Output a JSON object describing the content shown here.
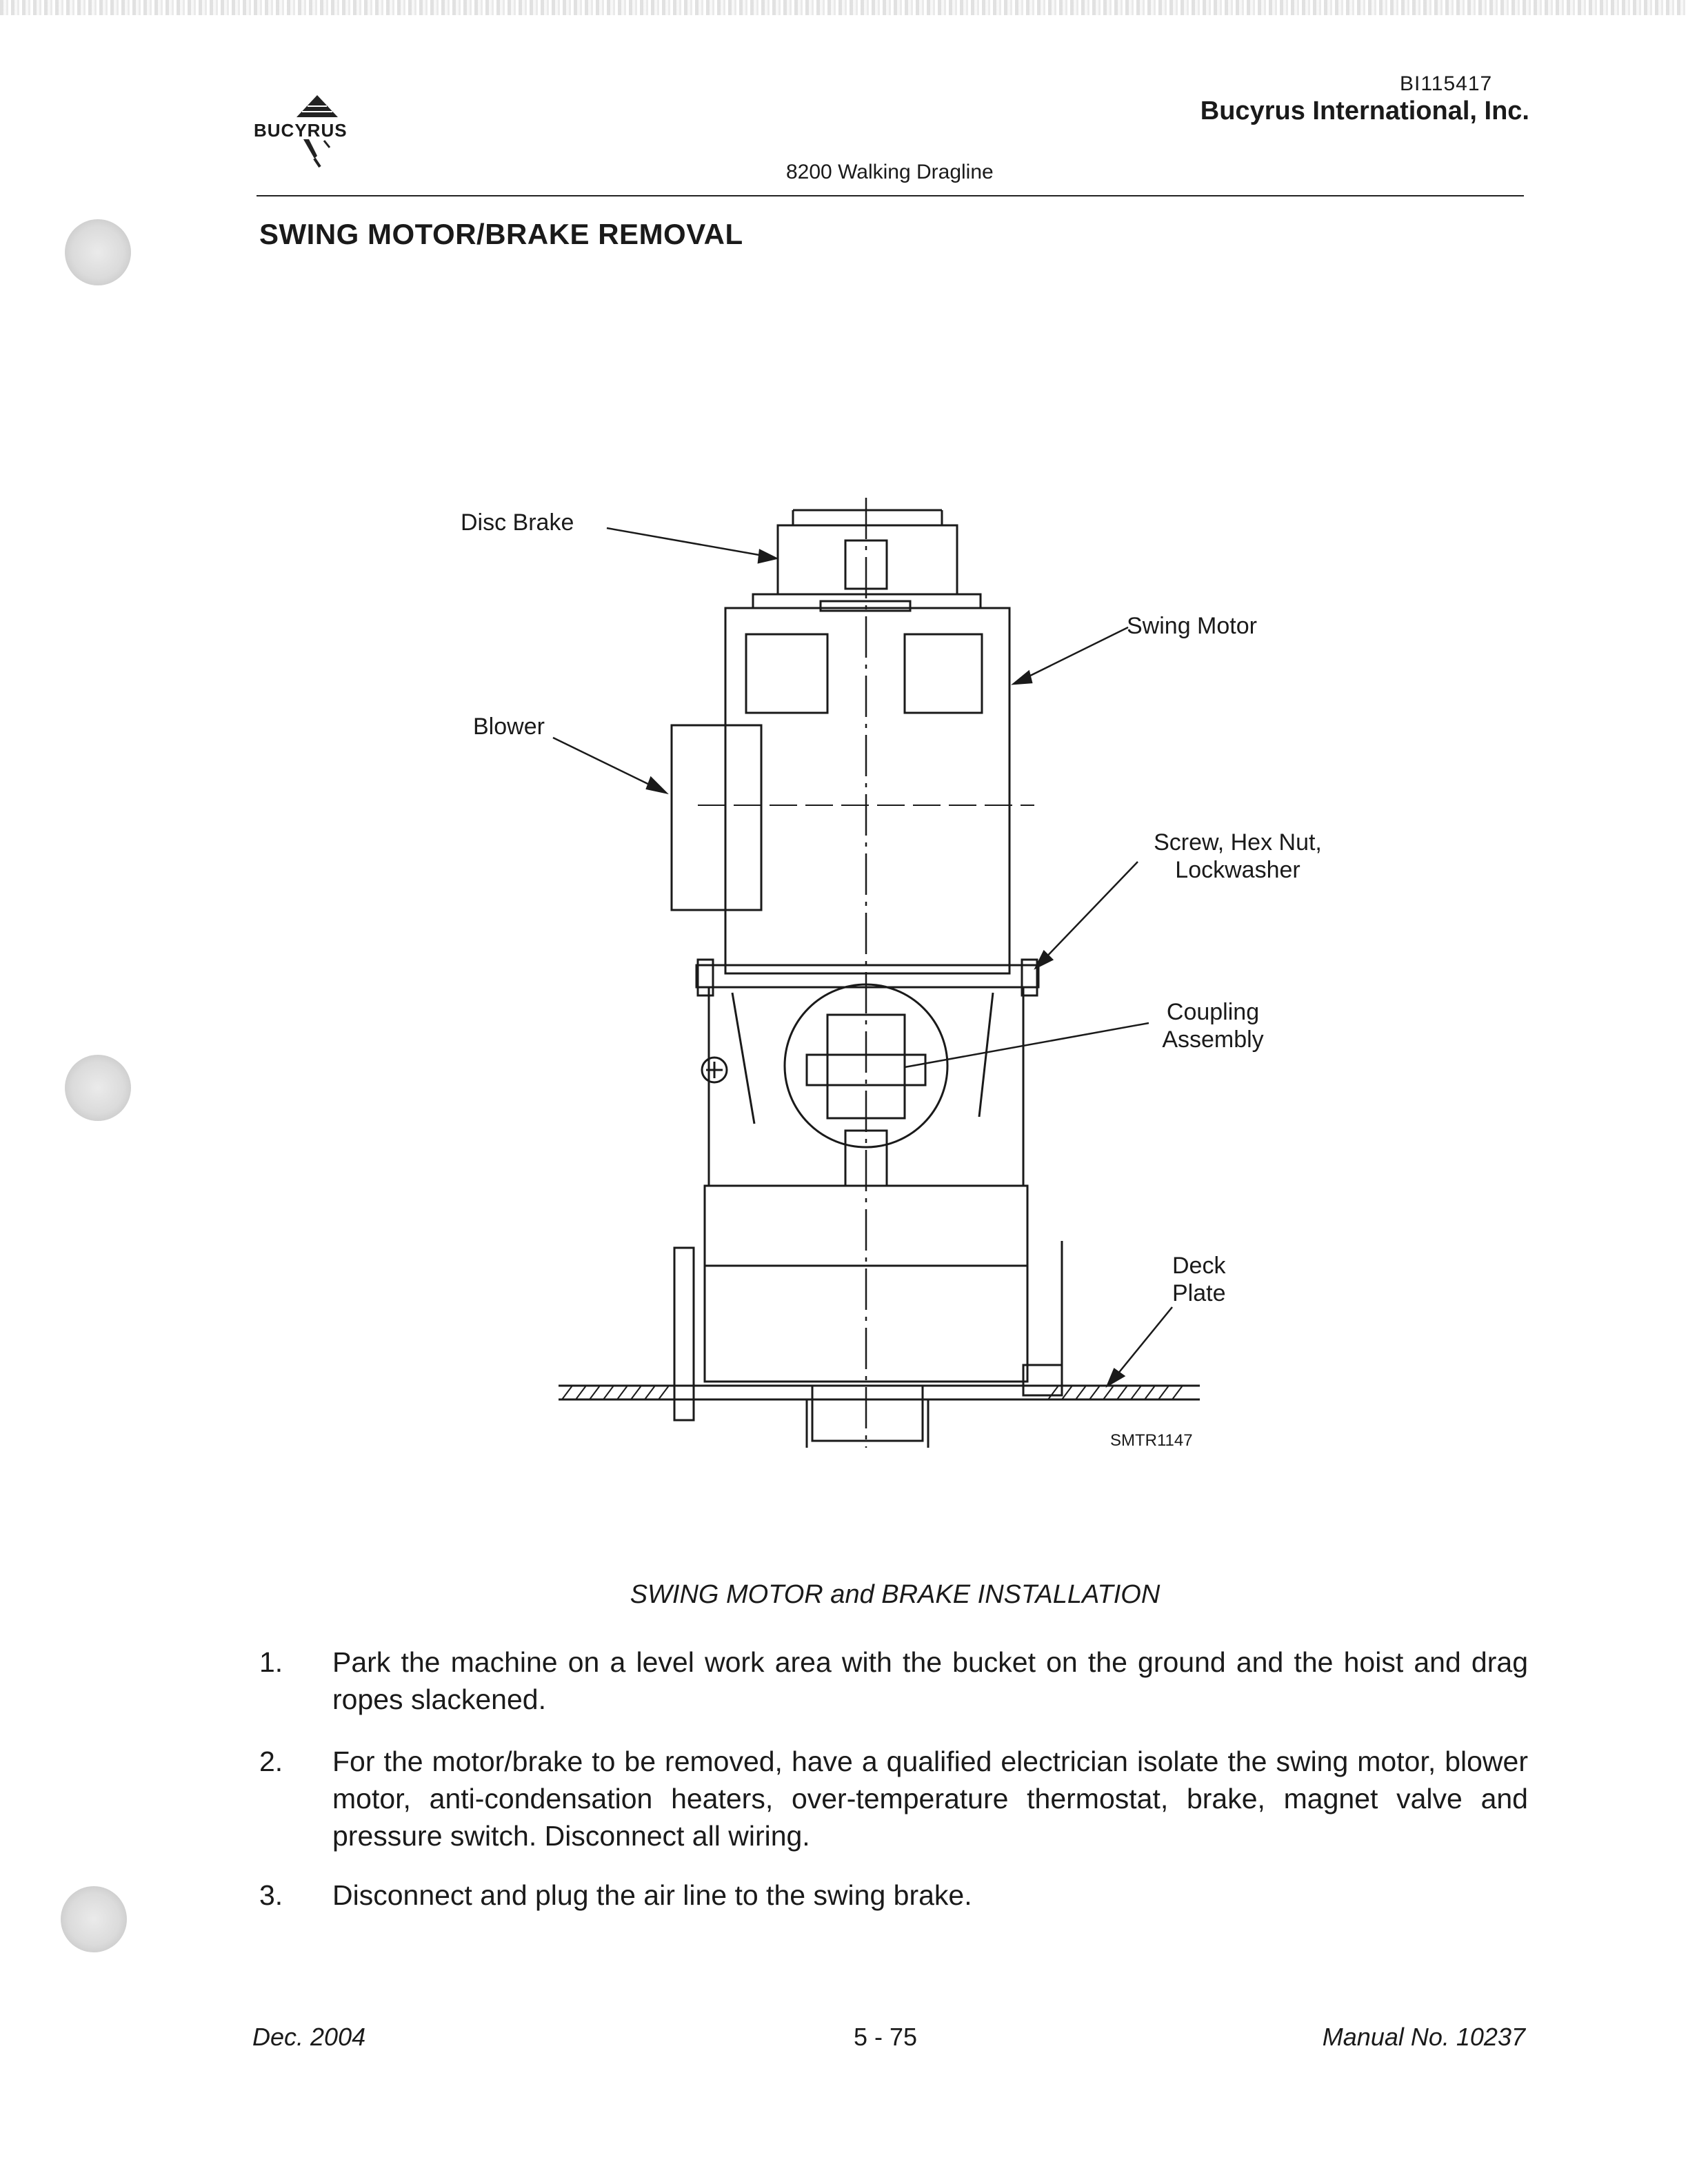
{
  "header": {
    "logo_text": "BUCYRUS",
    "doc_id": "BI115417",
    "company": "Bucyrus International, Inc.",
    "model": "8200 Walking Dragline"
  },
  "section_title": "SWING MOTOR/BRAKE REMOVAL",
  "figure": {
    "labels": {
      "disc_brake": "Disc Brake",
      "swing_motor": "Swing Motor",
      "blower": "Blower",
      "screw_line1": "Screw, Hex Nut,",
      "screw_line2": "Lockwasher",
      "coupling_line1": "Coupling",
      "coupling_line2": "Assembly",
      "deck_line1": "Deck",
      "deck_line2": "Plate",
      "drawing_code": "SMTR1147"
    },
    "caption": "SWING MOTOR and BRAKE INSTALLATION"
  },
  "steps": [
    {
      "num": "1.",
      "text": "Park the machine on a level work area with the bucket on the ground and the hoist and drag ropes slackened."
    },
    {
      "num": "2.",
      "text": "For the motor/brake to be removed, have a qualified electrician isolate the swing motor, blower motor, anti-condensation heaters, over-temperature thermostat, brake, magnet valve and pressure switch. Disconnect all wiring."
    },
    {
      "num": "3.",
      "text": "Disconnect and plug the air line to the swing brake."
    }
  ],
  "footer": {
    "date": "Dec. 2004",
    "page": "5 - 75",
    "manual": "Manual No. 10237"
  }
}
